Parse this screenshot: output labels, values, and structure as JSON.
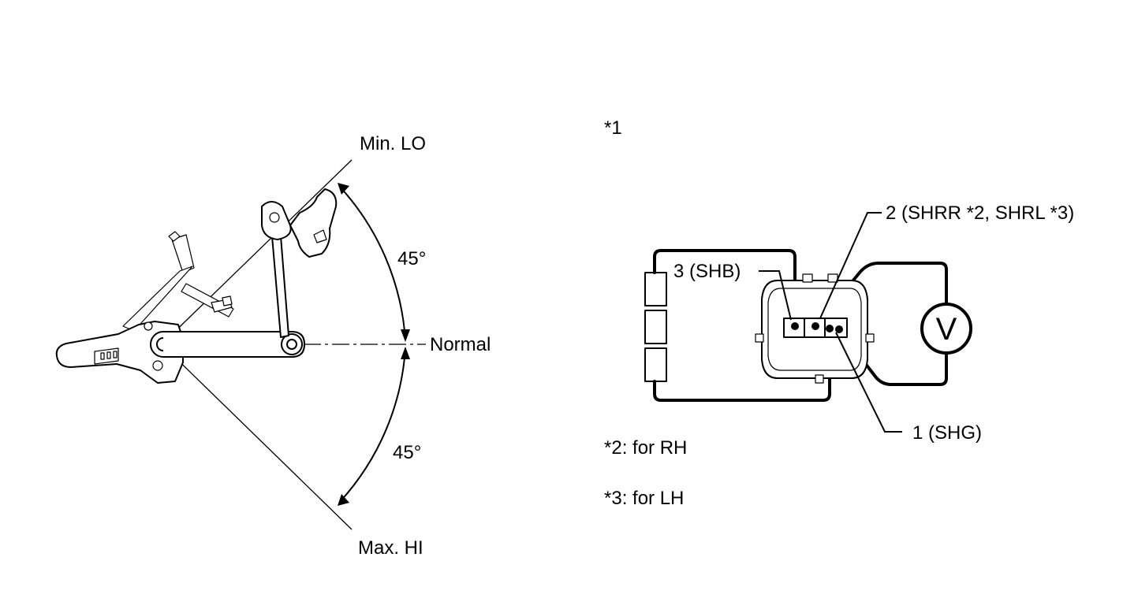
{
  "left_figure": {
    "labels": {
      "min_lo": "Min. LO",
      "max_hi": "Max. HI",
      "normal": "Normal",
      "angle_upper": "45°",
      "angle_lower": "45°"
    }
  },
  "right_figure": {
    "marker": "*1",
    "pins": {
      "pin2": "2 (SHRR *2, SHRL *3)",
      "pin3": "3 (SHB)",
      "pin1": "1 (SHG)"
    },
    "voltmeter_symbol": "V",
    "notes": {
      "note2": "*2: for RH",
      "note3": "*3: for LH"
    }
  }
}
